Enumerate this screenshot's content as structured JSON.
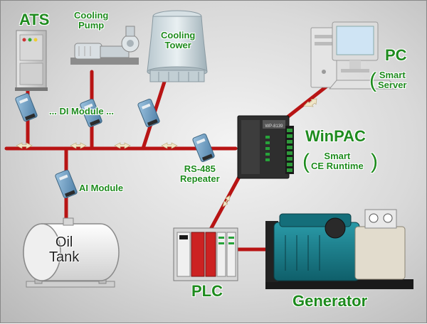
{
  "labels": {
    "ats": "ATS",
    "cooling_pump_1": "Cooling",
    "cooling_pump_2": "Pump",
    "cooling_tower_1": "Cooling",
    "cooling_tower_2": "Tower",
    "pc": "PC",
    "pc_sub_1": "Smart",
    "pc_sub_2": "Server",
    "di_module": "... DI Module ...",
    "winpac": "WinPAC",
    "winpac_sub_1": "Smart",
    "winpac_sub_2": "CE Runtime",
    "rs485_1": "RS-485",
    "rs485_2": "Repeater",
    "ai_module": "AI Module",
    "oil_tank_1": "Oil",
    "oil_tank_2": "Tank",
    "plc": "PLC",
    "generator": "Generator",
    "paren_open": "(",
    "paren_close": ")"
  },
  "colors": {
    "bus": "#b81414",
    "label_green": "#1e8b1e",
    "module_blue": "#6a9bbf"
  },
  "icons": [
    "ats-cabinet",
    "cooling-pump",
    "cooling-tower",
    "pc-computer",
    "winpac-controller",
    "di-module",
    "ai-module",
    "rs485-repeater",
    "oil-tank",
    "plc-rack",
    "diesel-generator",
    "arrow-icon"
  ]
}
